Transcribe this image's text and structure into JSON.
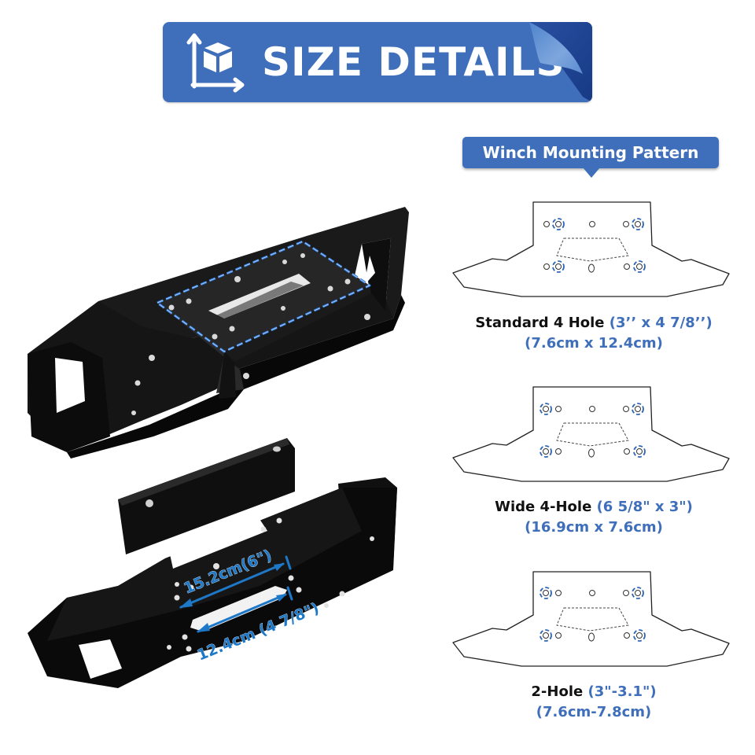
{
  "banner": {
    "title": "SIZE DETAILS",
    "icon": "dimension-cube-icon",
    "color": "#3f6fba",
    "fold_color": "#1f3f8f"
  },
  "callout": {
    "title": "Winch Mounting Pattern"
  },
  "patterns": [
    {
      "name": "Standard 4 Hole",
      "imperial": "(3’’ x 4 7/8’’)",
      "metric": "(7.6cm x 12.4cm)",
      "highlighted_holes": "inner-4"
    },
    {
      "name": "Wide 4-Hole",
      "imperial": "(6 5/8\" x 3\")",
      "metric": "(16.9cm x 7.6cm)",
      "highlighted_holes": "outer-4"
    },
    {
      "name": "2-Hole",
      "imperial": "(3\"-3.1\")",
      "metric": "(7.6cm-7.8cm)",
      "highlighted_holes": "outer-4"
    }
  ],
  "product": {
    "top_view": {
      "highlight": "mounting-plate-dashed-outline"
    },
    "bottom_view": {
      "dimension_1": "15.2cm(6\")",
      "dimension_2": "12.4cm (4 7/8\")"
    }
  },
  "colors": {
    "accent": "#3f6fba",
    "dimension_blue": "#1e78c8",
    "bracket": "#0d0d0d",
    "text": "#111111"
  }
}
